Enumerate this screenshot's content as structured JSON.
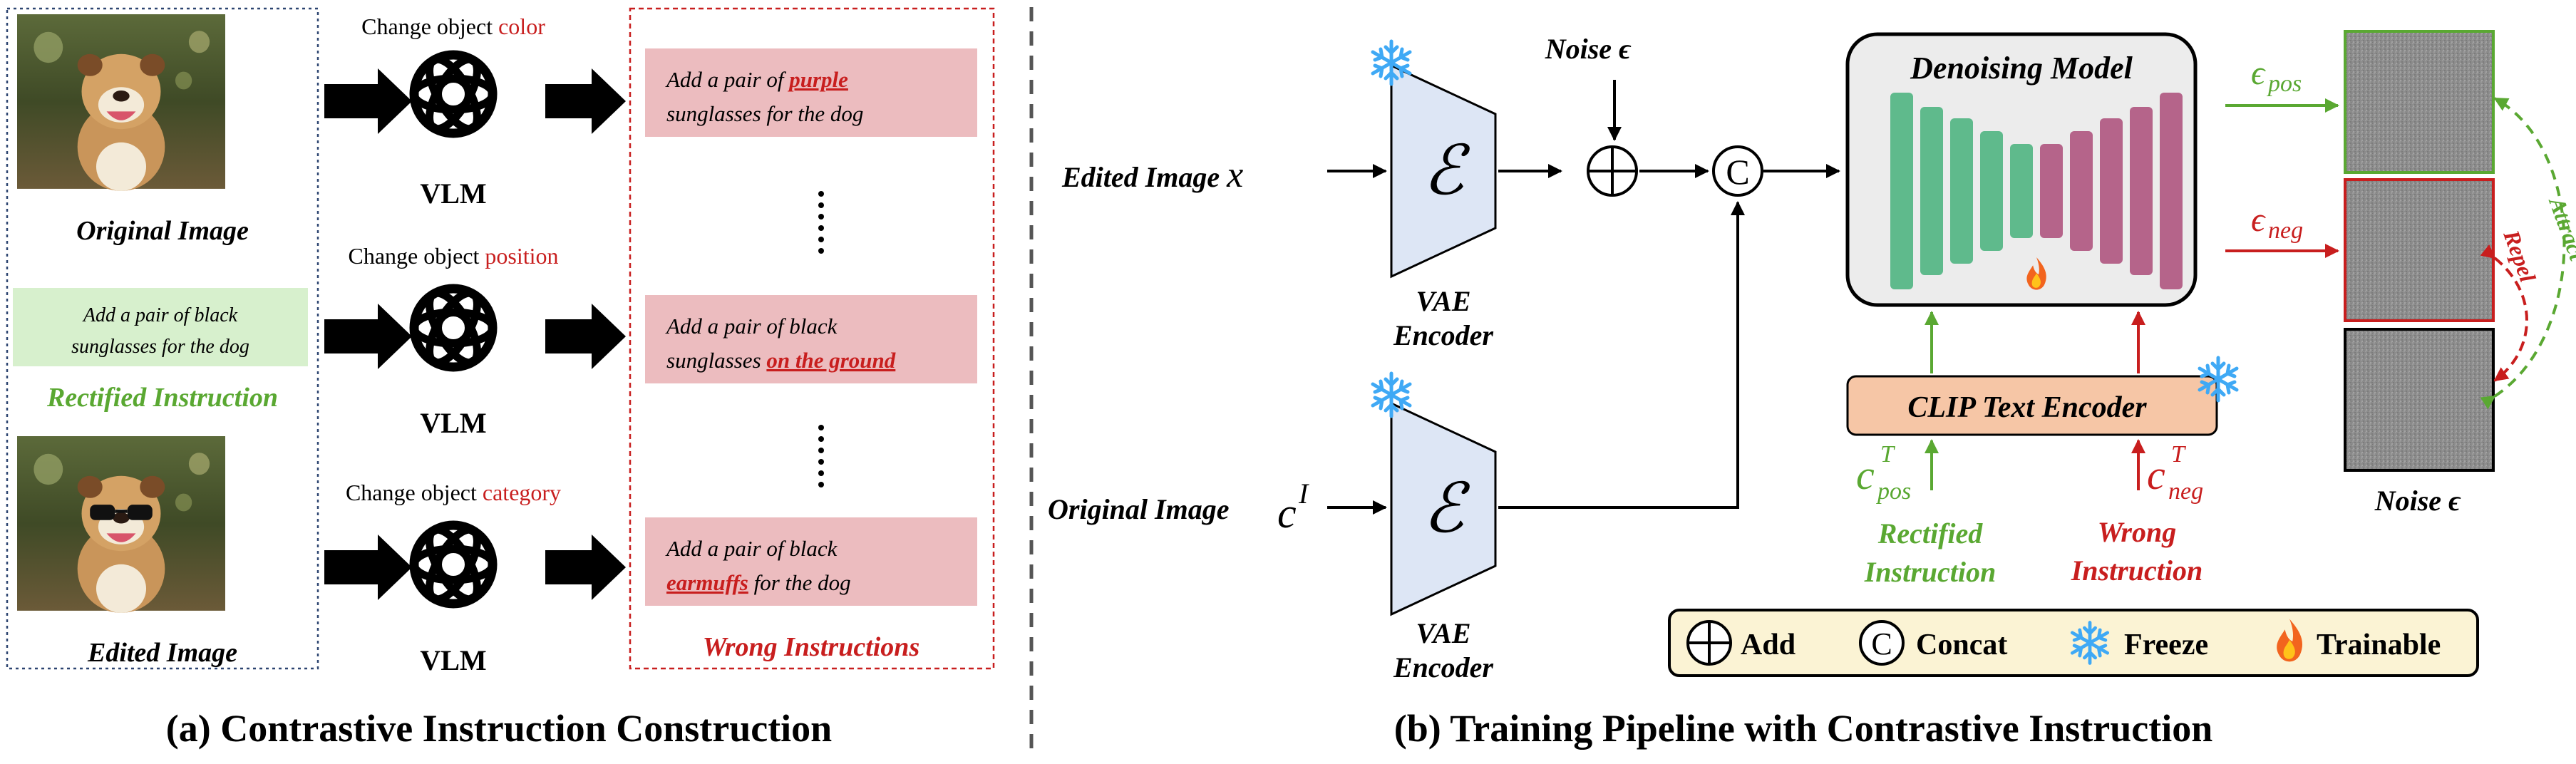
{
  "panel_a": {
    "caption": "(a) Contrastive Instruction Construction",
    "original_image_label": "Original Image",
    "edited_image_label": "Edited Image",
    "rectified_text_line1": "Add a pair of black",
    "rectified_text_line2": "sunglasses for the dog",
    "rectified_label": "Rectified Instruction",
    "vlm_label": "VLM",
    "change_prefix": "Change object",
    "change_words": [
      "color",
      "position",
      "category"
    ],
    "wrong_instructions": [
      {
        "line1_pre": "Add a pair of",
        "line1_em": "purple",
        "line2_pre": "sunglasses for the dog",
        "line2_em": ""
      },
      {
        "line1_pre": "Add a pair of black",
        "line1_em": "",
        "line2_pre": "sunglasses",
        "line2_em": "on the ground"
      },
      {
        "line1_pre": "Add a pair of black",
        "line1_em": "",
        "line2_pre": " for the dog",
        "line2_em": "earmuffs"
      }
    ],
    "wrong_label": "Wrong Instructions"
  },
  "panel_b": {
    "caption": "(b) Training Pipeline with Contrastive Instruction",
    "edited_image_label": "Edited Image",
    "edited_image_symbol": "x",
    "original_image_label": "Original Image",
    "original_image_symbol": "c",
    "original_image_sup": "I",
    "encoder_symbol": "ℰ",
    "vae_line1": "VAE",
    "vae_line2": "Encoder",
    "noise_label": "Noise ϵ",
    "denoising_title": "Denoising Model",
    "clip_label": "CLIP Text Encoder",
    "eps_pos": "ϵ",
    "eps_pos_sub": "pos",
    "eps_neg": "ϵ",
    "eps_neg_sub": "neg",
    "c_pos": "c",
    "c_pos_sup": "T",
    "c_pos_sub": "pos",
    "c_neg": "c",
    "c_neg_sup": "T",
    "c_neg_sub": "neg",
    "rectified_line1": "Rectified",
    "rectified_line2": "Instruction",
    "wrong_line1": "Wrong",
    "wrong_line2": "Instruction",
    "attract_label": "Attract",
    "repel_label": "Repel",
    "noise_bottom_label": "Noise ϵ",
    "legend": {
      "add": "Add",
      "concat": "Concat",
      "concat_symbol": "C",
      "freeze": "Freeze",
      "trainable": "Trainable"
    }
  },
  "colors": {
    "green": "#5aa832",
    "red": "#c81e1e",
    "teal": "#5fba8c",
    "mauve": "#b5648a",
    "vae_fill": "#dde6f5",
    "clip_fill": "#f6c6a6",
    "legend_fill": "#fbf3d4",
    "wrong_box": "#ecbcbf",
    "rect_box": "#d7f0cd",
    "ice": "#3fa9f5"
  }
}
